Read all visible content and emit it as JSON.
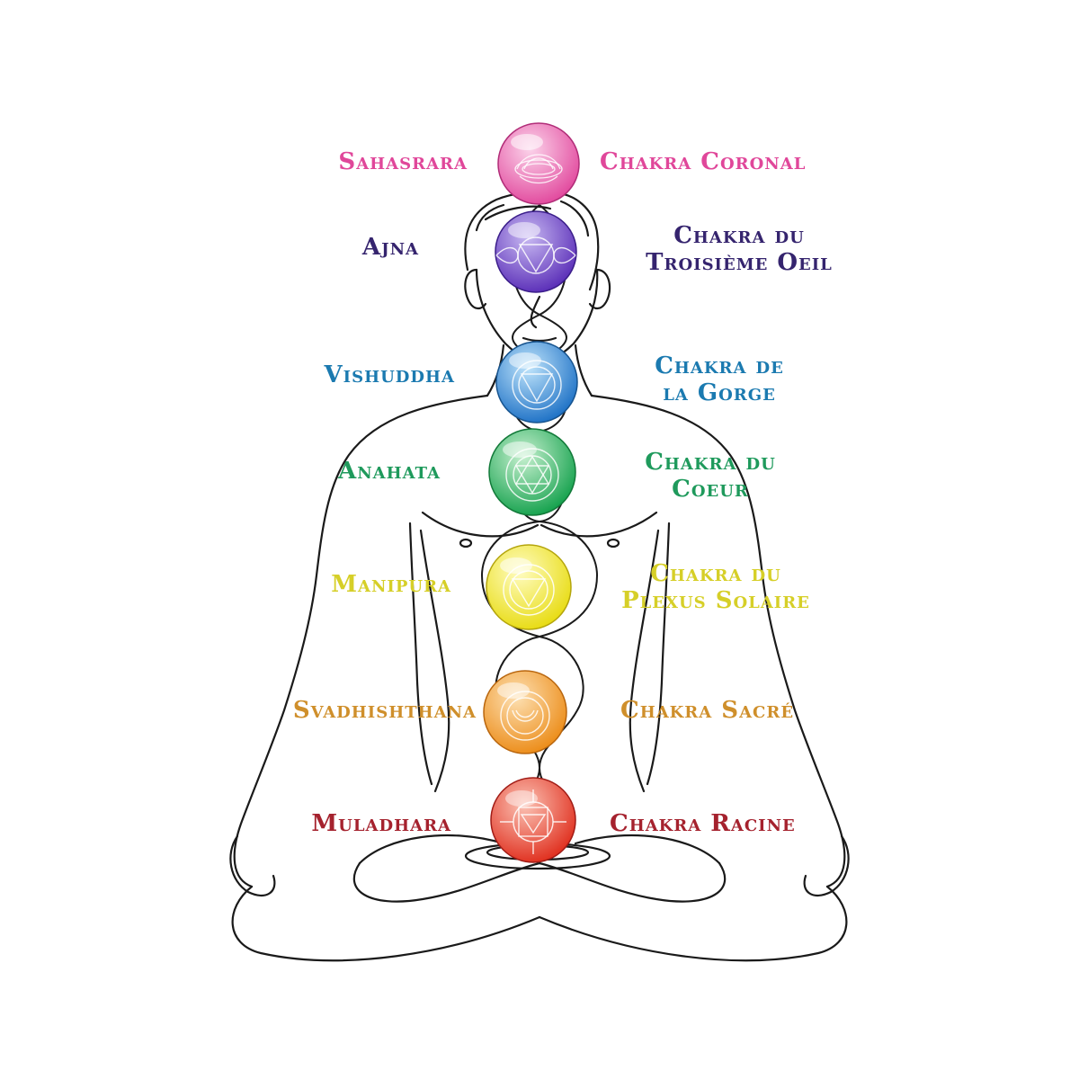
{
  "chakras": [
    {
      "sanskrit": "Sahasrara",
      "french_line1": "Chakra Coronal",
      "french_line2": "",
      "color": "#e0479a",
      "gradient_light": "#fbd3ea",
      "gradient_dark": "#e24a9e",
      "symbol": "lotus-icon"
    },
    {
      "sanskrit": "Ajna",
      "french_line1": "Chakra du",
      "french_line2": "Troisième Oeil",
      "color": "#35246e",
      "gradient_light": "#c8b9f2",
      "gradient_dark": "#5b2fb8",
      "symbol": "triangle-icon"
    },
    {
      "sanskrit": "Vishuddha",
      "french_line1": "Chakra de",
      "french_line2": "la Gorge",
      "color": "#1b7ab0",
      "gradient_light": "#bfe4fb",
      "gradient_dark": "#1f72c6",
      "symbol": "triangle-icon"
    },
    {
      "sanskrit": "Anahata",
      "french_line1": "Chakra du",
      "french_line2": "Coeur",
      "color": "#1f9a5c",
      "gradient_light": "#c6f0cf",
      "gradient_dark": "#16a24e",
      "symbol": "hexagram-icon"
    },
    {
      "sanskrit": "Manipura",
      "french_line1": "Chakra du",
      "french_line2": "Plexus Solaire",
      "color": "#d6cf28",
      "gradient_light": "#fffcc0",
      "gradient_dark": "#e8dc14",
      "symbol": "triangle-icon"
    },
    {
      "sanskrit": "Svadhishthana",
      "french_line1": "Chakra Sacré",
      "french_line2": "",
      "color": "#cf8f2b",
      "gradient_light": "#fde0b2",
      "gradient_dark": "#ec8d1a",
      "symbol": "crescent-icon"
    },
    {
      "sanskrit": "Muladhara",
      "french_line1": "Chakra Racine",
      "french_line2": "",
      "color": "#a5222e",
      "gradient_light": "#fbc2b4",
      "gradient_dark": "#e0301f",
      "symbol": "square-icon"
    }
  ]
}
